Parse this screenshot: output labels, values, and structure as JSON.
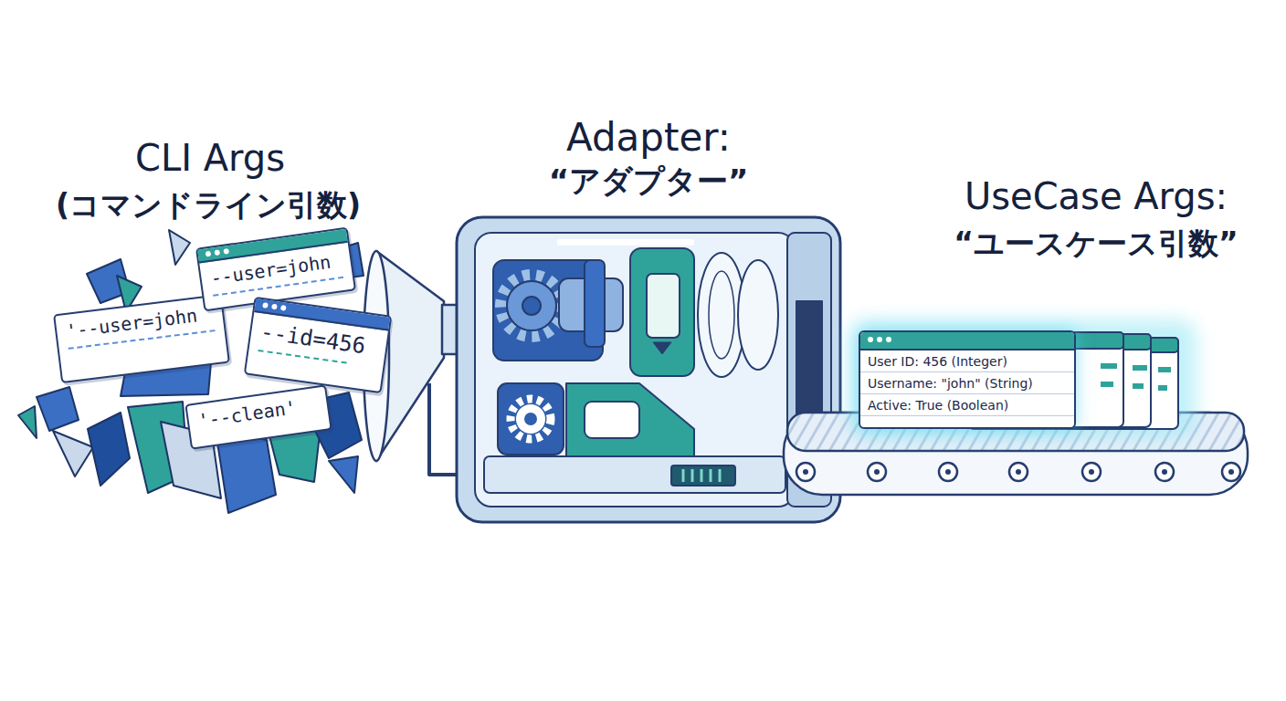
{
  "diagram": {
    "nodes": [
      {
        "text": [
          "'--user=john"
        ]
      },
      {
        "text": [
          "--user=john"
        ]
      },
      {
        "text": [
          "--id=456"
        ]
      },
      {
        "text": [
          "'--clean'"
        ]
      },
      {
        "text": [
          "Adapter:",
          "“アダプター”"
        ]
      },
      {
        "text": [
          "User ID: 456 (Integer)",
          "Username: \"john\" (String)",
          "Active: True (Boolean)"
        ]
      }
    ],
    "labels": [
      "CLI Args",
      "(コマンドライン引数)",
      "UseCase Args:",
      "“ユースケース引数”"
    ]
  }
}
